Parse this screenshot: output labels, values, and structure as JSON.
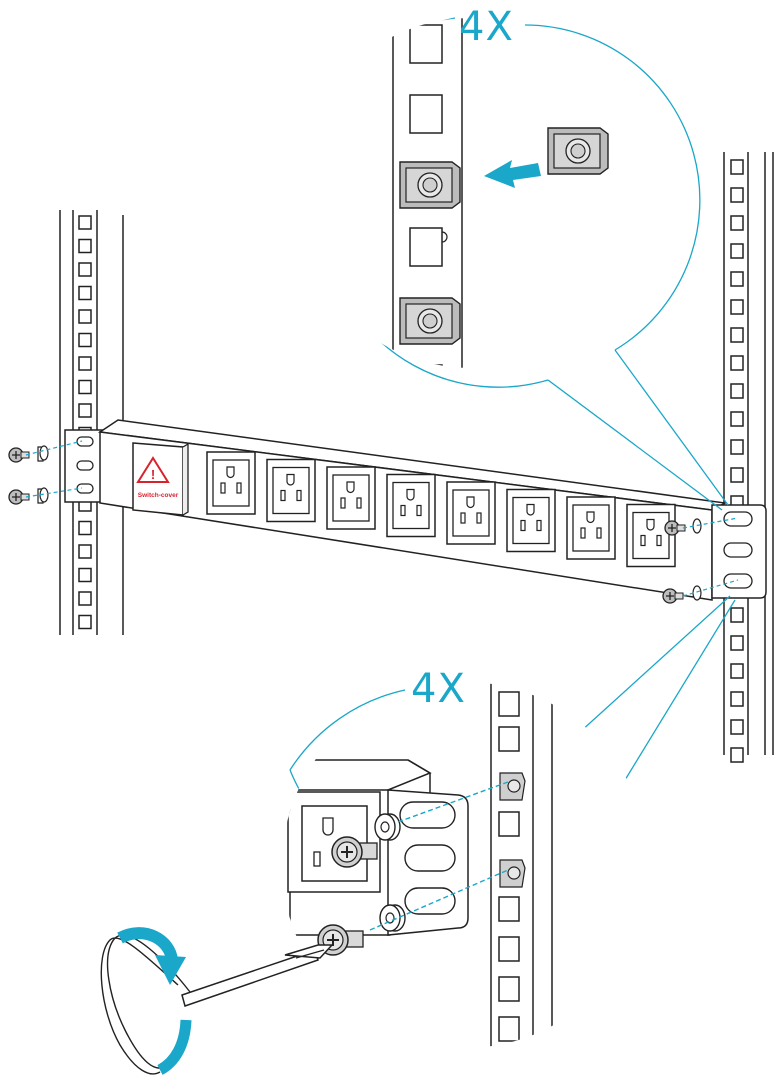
{
  "callouts": {
    "cage_nut_quantity": "4X",
    "screw_quantity": "4X"
  },
  "pdu": {
    "switch_cover_label": "Switch-cover",
    "warning_symbol": "!",
    "outlet_count": 8
  },
  "icons": {
    "insert_arrow": "arrow-left-icon",
    "rotation_arrow": "clockwise-arrow-icon",
    "warning": "warning-triangle-icon"
  },
  "colors": {
    "accent": "#1aa7c9",
    "line": "#222222",
    "fill_part": "#d9d9d9",
    "warning_red": "#d7232e"
  }
}
